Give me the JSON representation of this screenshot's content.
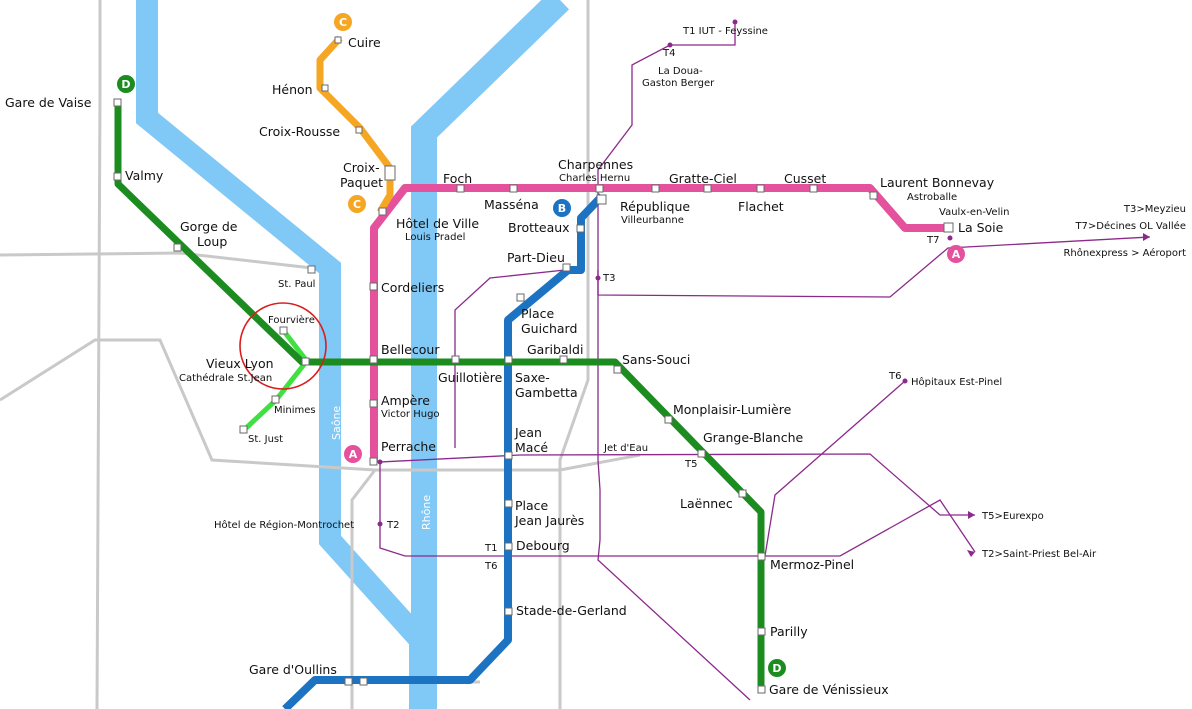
{
  "colors": {
    "metro_a": "#e4519c",
    "metro_b": "#1b73c2",
    "metro_c": "#f5a623",
    "metro_d": "#1c8c21",
    "funicular": "#3fe03f",
    "tram": "#8c2a8c",
    "river": "#80c8f5",
    "rail": "#c9c9c9",
    "highlight": "#d91e1e"
  },
  "rivers": {
    "saone": "Saône",
    "rhone": "Rhône"
  },
  "line_badges": {
    "a_top": "A",
    "a_bottom": "A",
    "b": "B",
    "c_top": "C",
    "c_bottom": "C",
    "d_top": "D",
    "d_bottom": "D"
  },
  "stations": {
    "cuire": "Cuire",
    "henon": "Hénon",
    "croix_rousse": "Croix-Rousse",
    "croix_paquet_1": "Croix-",
    "croix_paquet_2": "Paquet",
    "gare_de_vaise": "Gare de Vaise",
    "valmy": "Valmy",
    "gorge_de_loup_1": "Gorge de",
    "gorge_de_loup_2": "Loup",
    "st_paul": "St. Paul",
    "fourviere": "Fourvière",
    "vieux_lyon": "Vieux Lyon",
    "cathedrale_st_jean": "Cathédrale St.Jean",
    "minimes": "Minimes",
    "st_just": "St. Just",
    "hotel_de_ville": "Hôtel de Ville",
    "louis_pradel": "Louis Pradel",
    "foch": "Foch",
    "massena": "Masséna",
    "charpennes": "Charpennes",
    "charles_hernu": "Charles Hernu",
    "republique": "République",
    "villeurbanne": "Villeurbanne",
    "gratte_ciel": "Gratte-Ciel",
    "flachet": "Flachet",
    "cusset": "Cusset",
    "laurent_bonnevay": "Laurent Bonnevay",
    "astroballe": "Astroballe",
    "vaulx_en_velin": "Vaulx-en-Velin",
    "la_soie": "La Soie",
    "brotteaux": "Brotteaux",
    "part_dieu": "Part-Dieu",
    "place_guichard_1": "Place",
    "place_guichard_2": "Guichard",
    "cordeliers": "Cordeliers",
    "bellecour": "Bellecour",
    "guillotiere": "Guillotière",
    "garibaldi": "Garibaldi",
    "sans_souci": "Sans-Souci",
    "saxe_gambetta_1": "Saxe-",
    "saxe_gambetta_2": "Gambetta",
    "ampere": "Ampère",
    "victor_hugo": "Victor Hugo",
    "perrache": "Perrache",
    "jean_mace_1": "Jean",
    "jean_mace_2": "Macé",
    "monplaisir_lumiere": "Monplaisir-Lumière",
    "grange_blanche": "Grange-Blanche",
    "laennec": "Laënnec",
    "jet_d_eau": "Jet d'Eau",
    "place_jean_jaures_1": "Place",
    "place_jean_jaures_2": "Jean Jaurès",
    "debourg": "Debourg",
    "hotel_de_region": "Hôtel de Région-Montrochet",
    "mermoz_pinel": "Mermoz-Pinel",
    "stade_de_gerland": "Stade-de-Gerland",
    "parilly": "Parilly",
    "gare_d_oullins": "Gare d'Oullins",
    "gare_de_venissieux": "Gare de Vénissieux",
    "t1_iut_feyssine": "T1 IUT - Feyssine",
    "la_doua_1": "La Doua-",
    "la_doua_2": "Gaston Berger",
    "hopitaux_est_pinel": "Hôpitaux Est-Pinel"
  },
  "tram_labels": {
    "t4": "T4",
    "t3": "T3",
    "t7": "T7",
    "t6_north": "T6",
    "t5": "T5",
    "t2": "T2",
    "t1": "T1",
    "t6_south": "T6"
  },
  "destinations": {
    "t3_meyzieu": "T3>Meyzieu",
    "t7_decines": "T7>Décines OL Vallée",
    "rhonexpress": "Rhônexpress > Aéroport",
    "t5_eurexpo": "T5>Eurexpo",
    "t2_saint_priest": "T2>Saint-Priest Bel-Air"
  }
}
